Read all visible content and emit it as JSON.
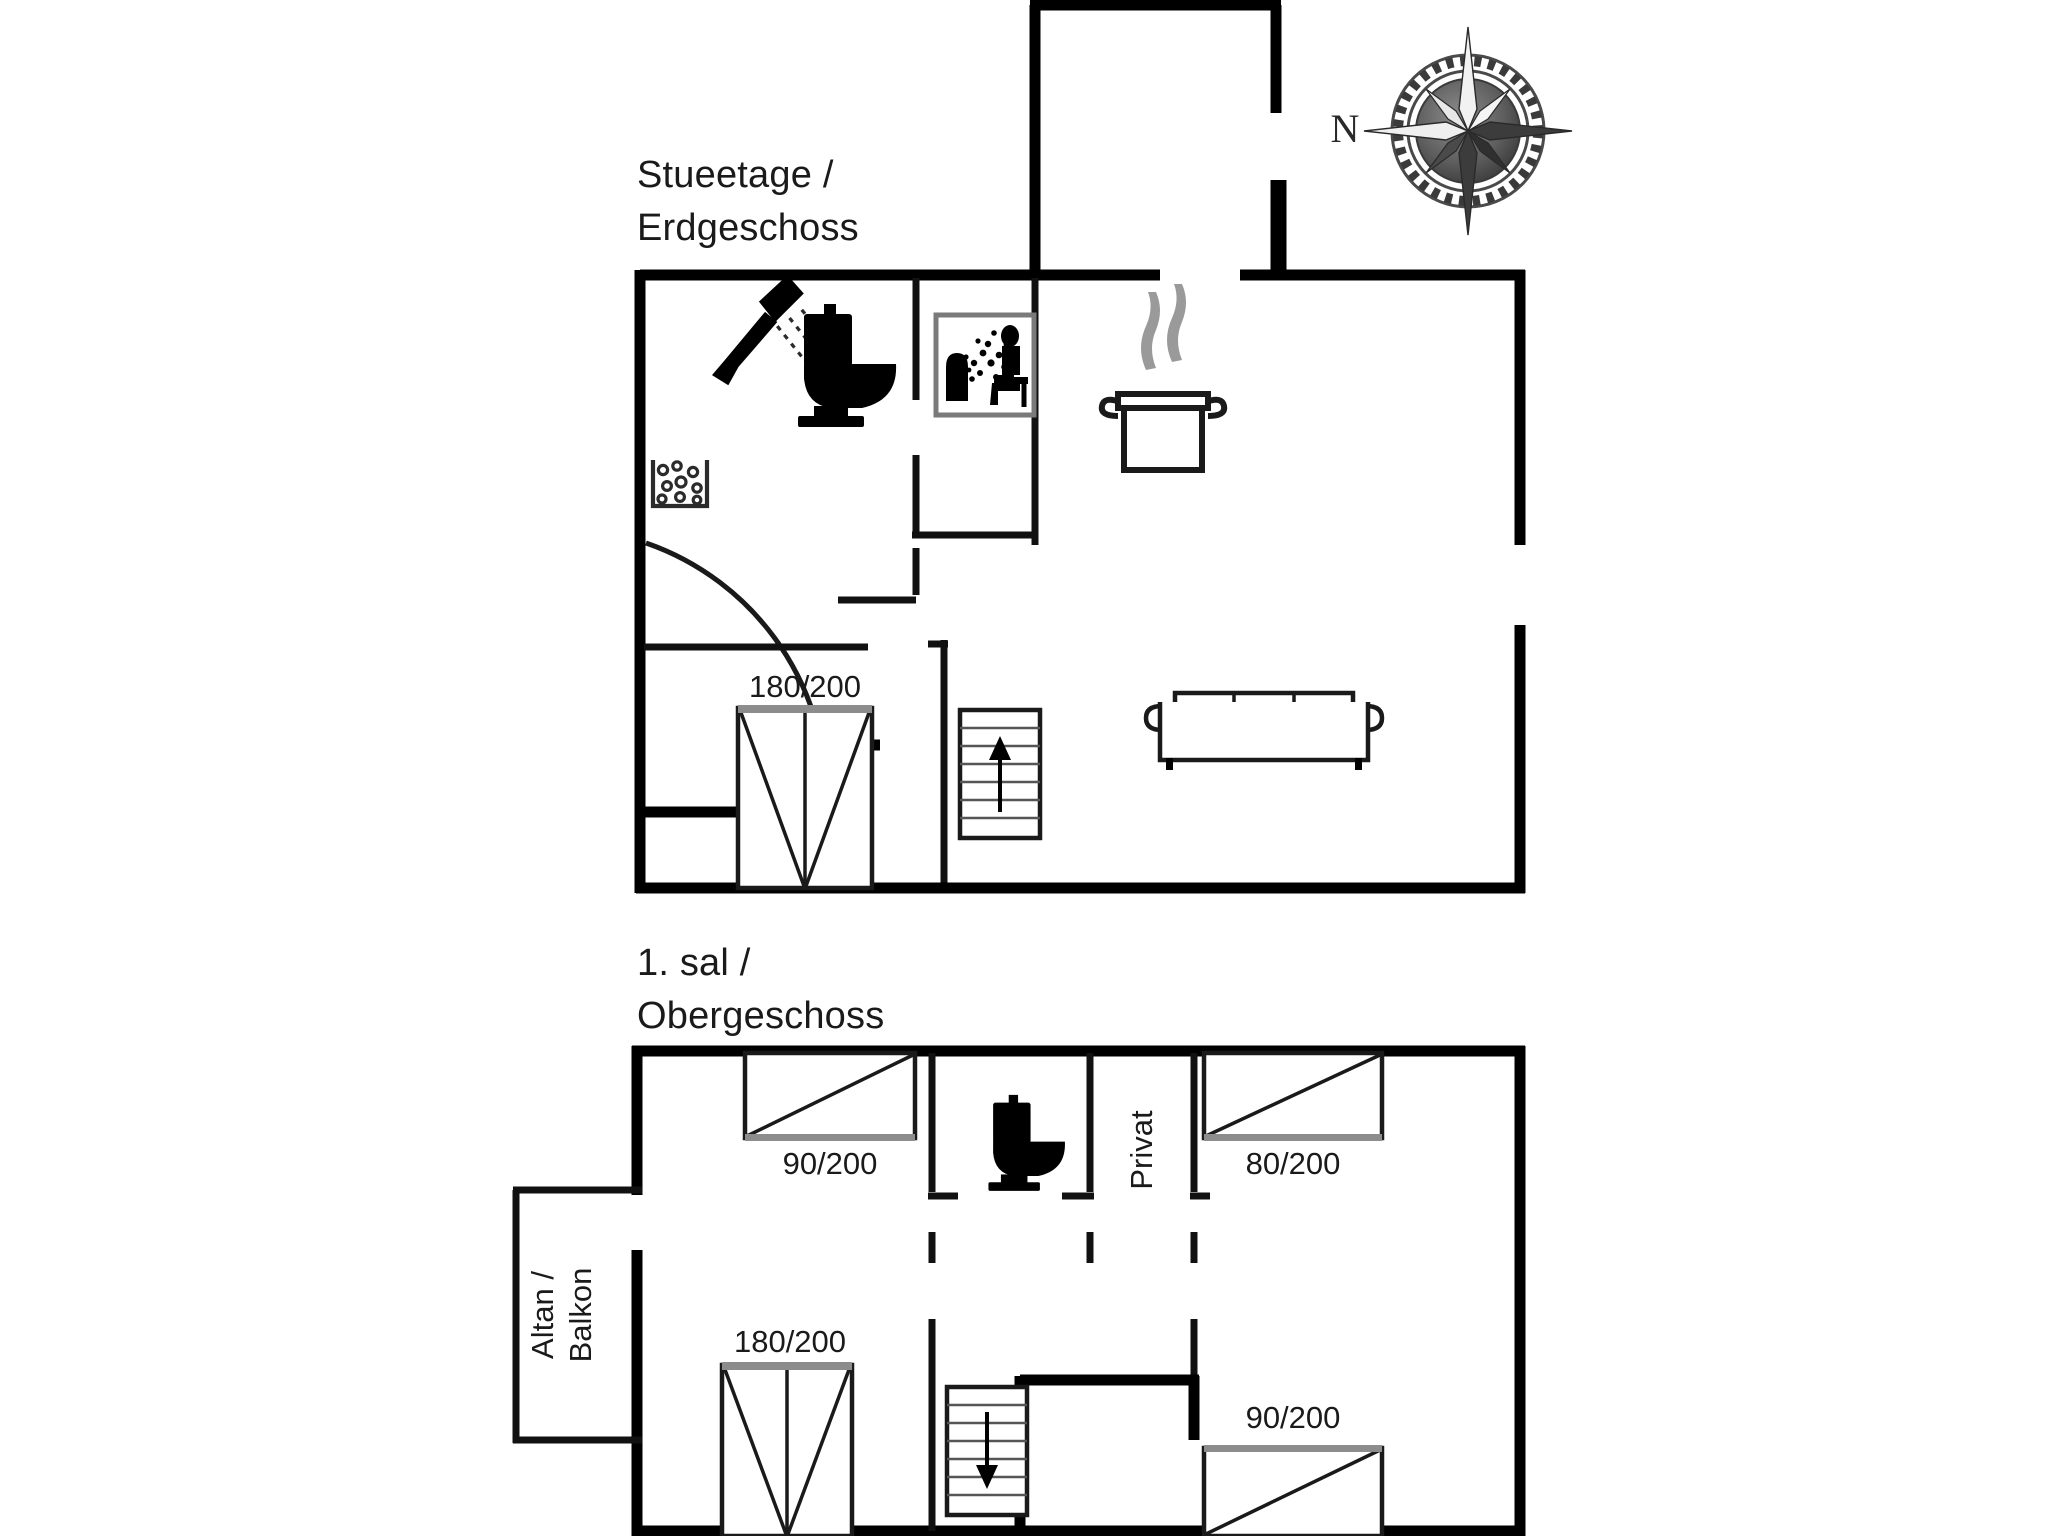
{
  "document": {
    "kind": "floor-plan",
    "language": "Danish / German"
  },
  "compass": {
    "label": "N",
    "icon": "compass-rose-icon"
  },
  "floors": [
    {
      "id": "ground",
      "title_line1": "Stueetage /",
      "title_line2": "Erdgeschoss",
      "icons": [
        {
          "name": "shower-icon",
          "label": "Shower"
        },
        {
          "name": "toilet-icon",
          "label": "Toilet"
        },
        {
          "name": "sauna-icon",
          "label": "Sauna"
        },
        {
          "name": "whirlpool-icon",
          "label": "Whirlpool"
        },
        {
          "name": "cooking-pot-icon",
          "label": "Kitchen"
        },
        {
          "name": "sofa-icon",
          "label": "Sofa"
        },
        {
          "name": "stairs-up-icon",
          "label": "Stairs up"
        }
      ],
      "beds": [
        {
          "name": "double-bed",
          "dimension": "180/200"
        }
      ]
    },
    {
      "id": "first",
      "title_line1": "1. sal /",
      "title_line2": "Obergeschoss",
      "icons": [
        {
          "name": "toilet-icon",
          "label": "Toilet"
        },
        {
          "name": "stairs-down-icon",
          "label": "Stairs down"
        }
      ],
      "rooms": [
        {
          "name": "balcony",
          "label": "Altan /\nBalkon",
          "line1": "Altan /",
          "line2": "Balkon"
        },
        {
          "name": "private-room",
          "label": "Privat"
        }
      ],
      "beds": [
        {
          "name": "single-bed-top-left",
          "dimension": "90/200"
        },
        {
          "name": "single-bed-top-right",
          "dimension": "80/200"
        },
        {
          "name": "double-bed-bottom-left",
          "dimension": "180/200"
        },
        {
          "name": "single-bed-bottom-right",
          "dimension": "90/200"
        }
      ]
    }
  ],
  "labels": {
    "ground_title_1": "Stueetage /",
    "ground_title_2": "Erdgeschoss",
    "first_title_1": "1. sal /",
    "first_title_2": "Obergeschoss",
    "compass_n": "N",
    "bed_180_200_ground": "180/200",
    "bed_90_200_tl": "90/200",
    "bed_80_200_tr": "80/200",
    "bed_180_200_first": "180/200",
    "bed_90_200_br": "90/200",
    "privat": "Privat",
    "balcony_1": "Altan /",
    "balcony_2": "Balkon"
  },
  "colors": {
    "wall": "#000000",
    "furniture": "#1a1a1a",
    "background": "#ffffff",
    "text": "#1a1a1a",
    "icon": "#000000",
    "steam": "#9a9a9a"
  }
}
